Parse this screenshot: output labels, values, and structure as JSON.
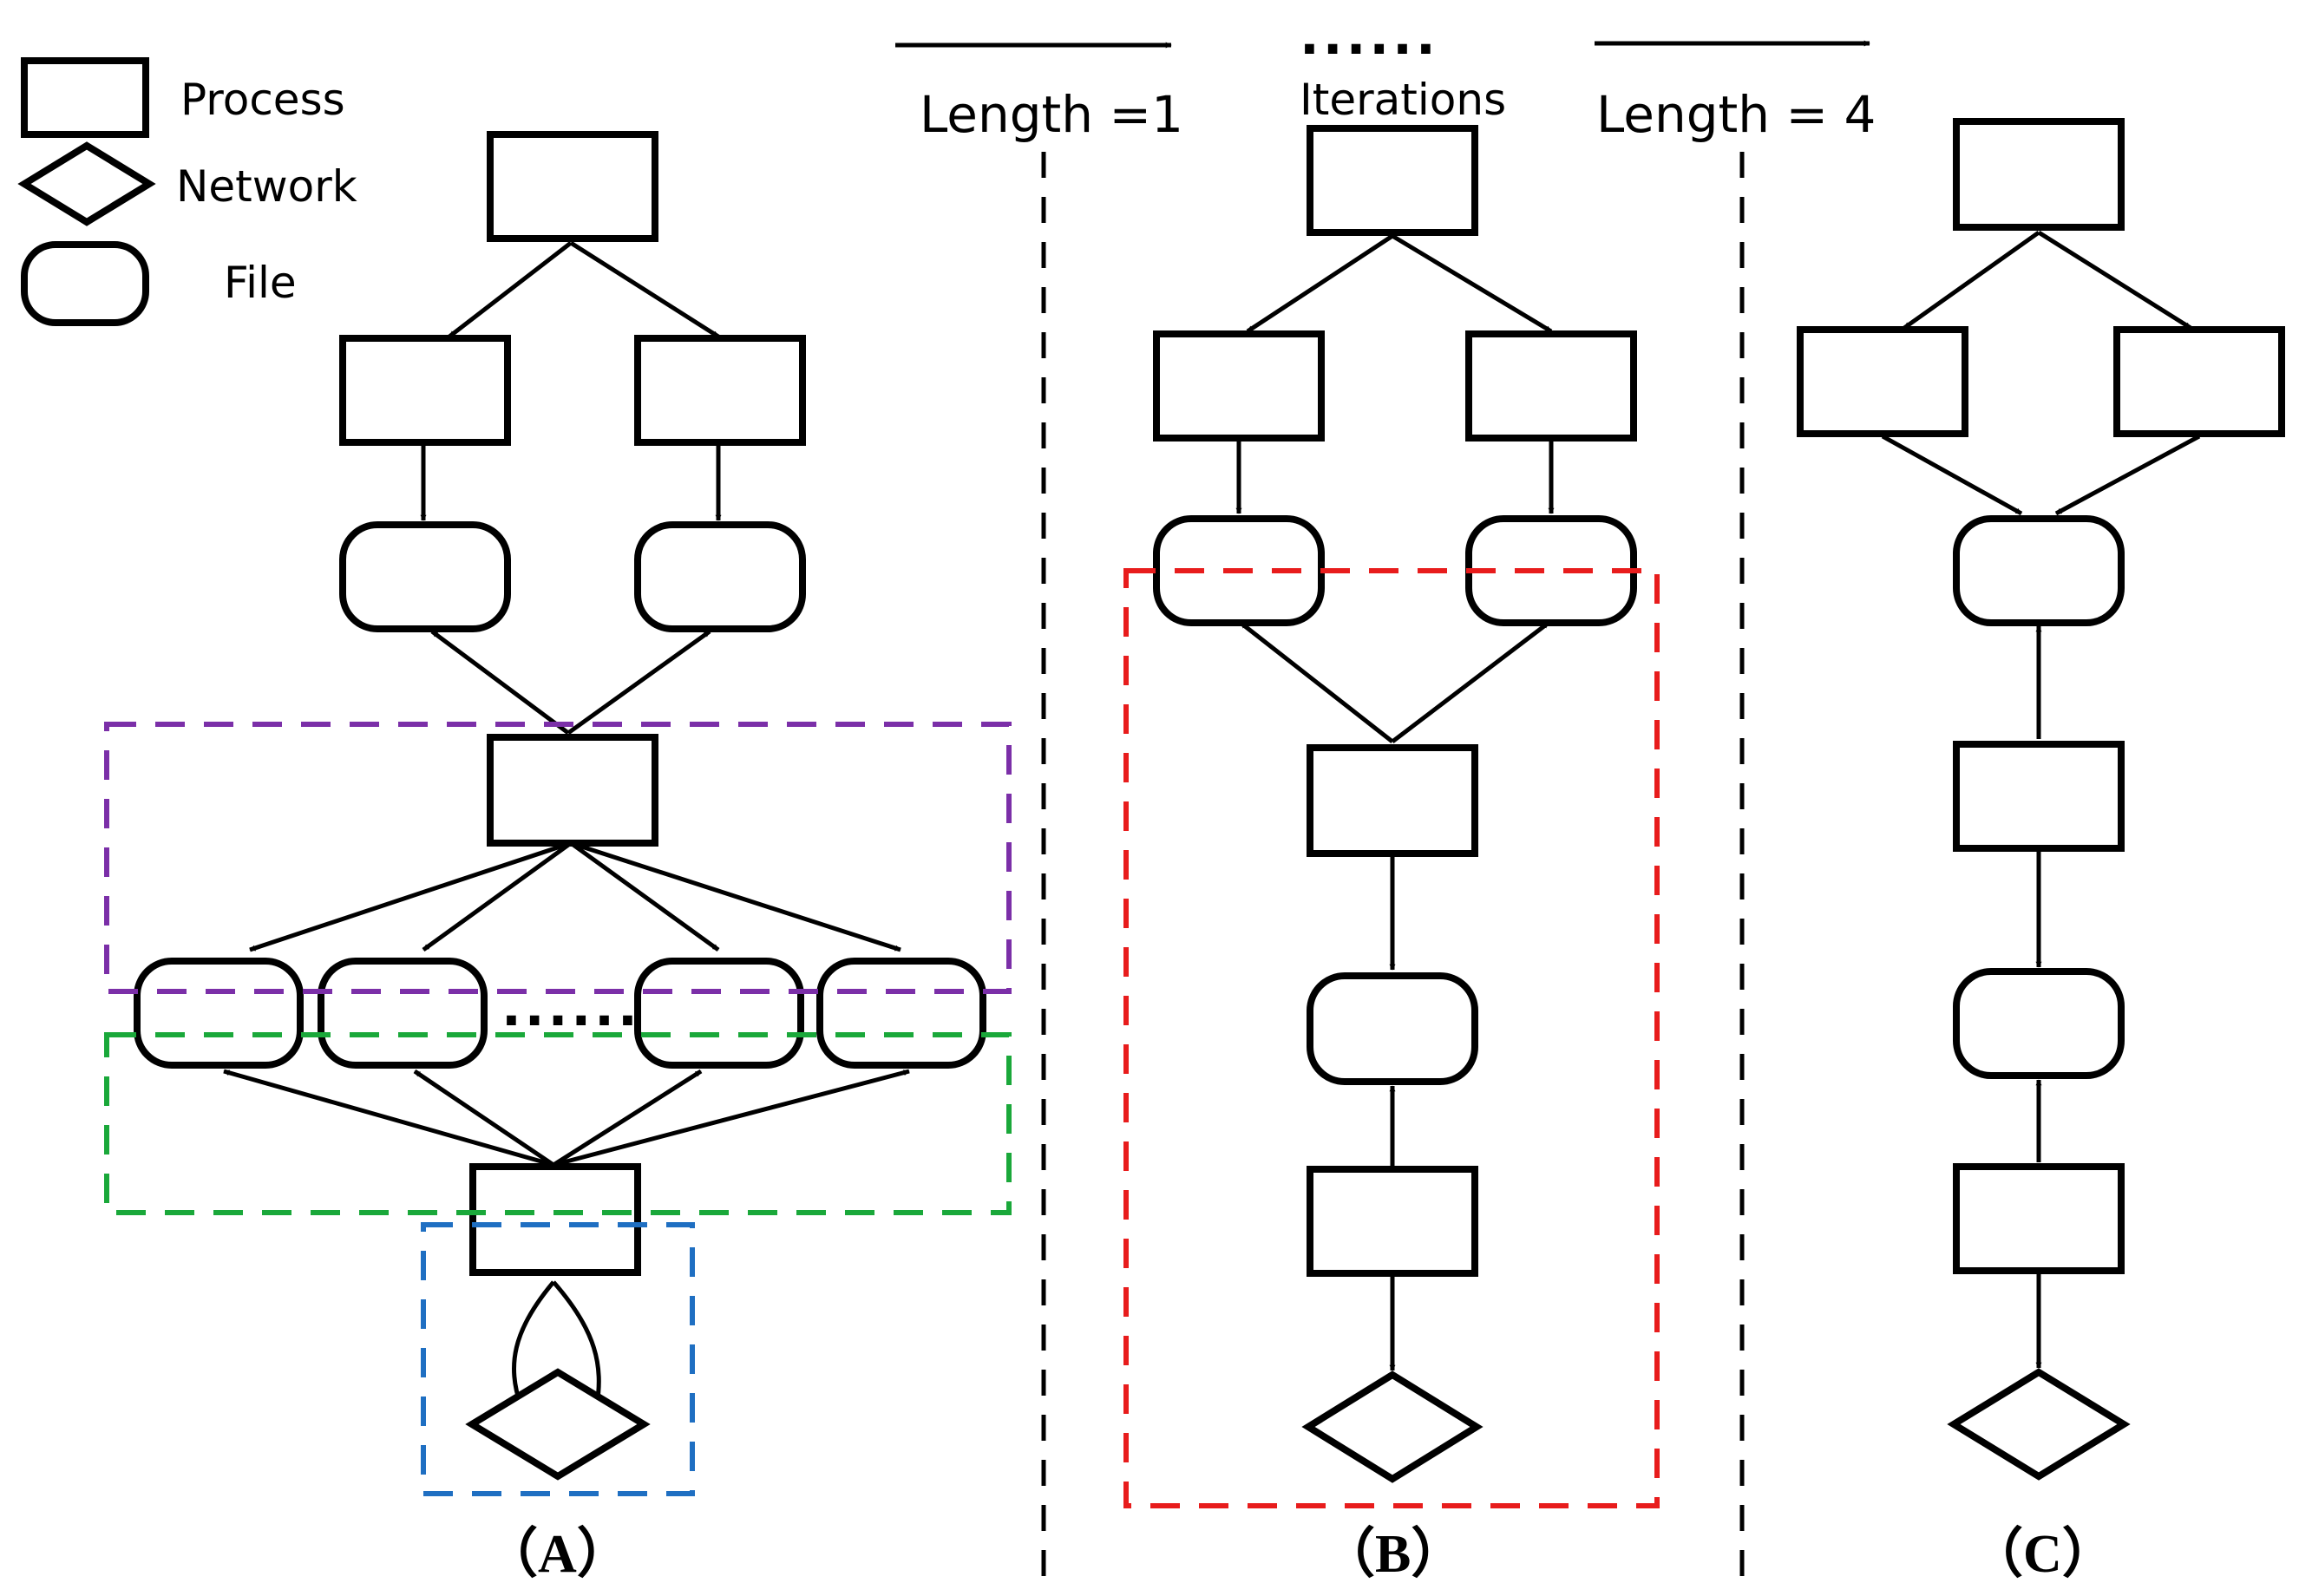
{
  "legend": {
    "process_label": "Process",
    "network_label": "Network",
    "file_label": "File"
  },
  "header": {
    "length_1_label": "Length =1",
    "iterations_dots": "......",
    "iterations_label": "Iterations",
    "length_4_label": "Length = 4"
  },
  "panels": {
    "a_label": "（A）",
    "b_label": "（B）",
    "c_label": "（C）",
    "a_dots": "......"
  },
  "colors": {
    "purple_region": "#7b2fa8",
    "green_region": "#1aa83a",
    "blue_region": "#1f6fc2",
    "red_region": "#e81c1c"
  }
}
